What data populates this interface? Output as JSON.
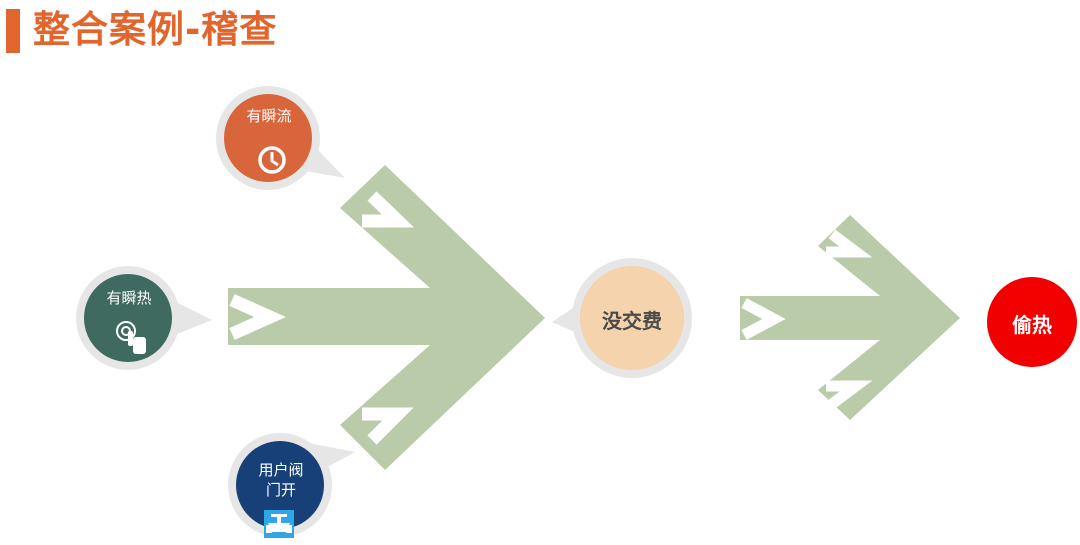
{
  "title": "整合案例-稽查",
  "nodes": {
    "instant_flow": {
      "label": "有瞬流",
      "icon": "clock-icon"
    },
    "instant_heat": {
      "label": "有瞬热",
      "icon": "hand-touch-icon"
    },
    "user_valve": {
      "label_line1": "用户阀",
      "label_line2": "门开",
      "icon": "valve-icon"
    },
    "unpaid": {
      "label": "没交费"
    },
    "heat_theft": {
      "label": "偷热"
    }
  },
  "colors": {
    "title": "#e0662e",
    "arrow": "#b9cba9",
    "bubble_ring": "#e6e6e6",
    "instant_flow": "#d9663b",
    "instant_heat": "#3f6a5f",
    "user_valve": "#173f78",
    "unpaid": "#f4d3ad",
    "heat_theft": "#f20000"
  }
}
